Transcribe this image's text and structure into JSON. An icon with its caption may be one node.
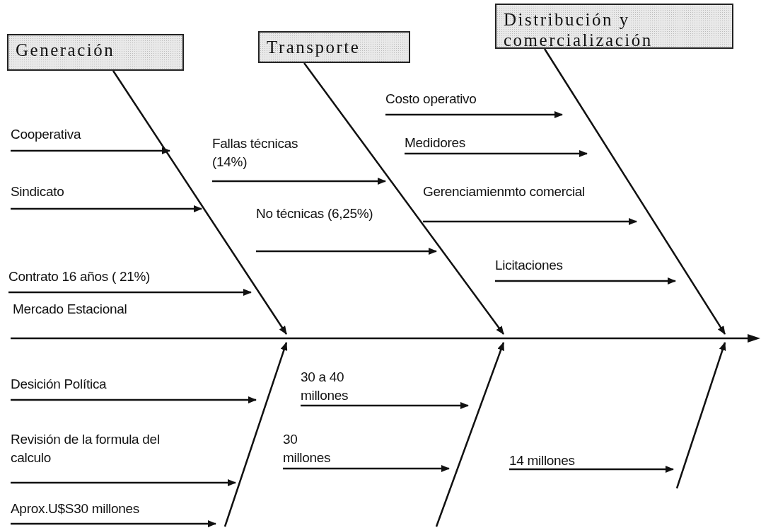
{
  "diagram": {
    "nodes": [
      {
        "text": [
          "Generación"
        ]
      },
      {
        "text": [
          "Transporte"
        ]
      },
      {
        "text": [
          "Distribución y comercialización"
        ]
      },
      {
        "text": [],
        "shape": "bar"
      },
      {
        "text": [
          "Cooperativa"
        ]
      },
      {
        "text": [
          "Sindicato"
        ]
      },
      {
        "text": [
          "Contrato 16 años  ( 21%)"
        ]
      },
      {
        "text": [
          "Fallas técnicas (14%)"
        ]
      },
      {
        "text": [
          "No técnicas (6,25%)"
        ]
      },
      {
        "text": [
          "Costo operativo"
        ]
      },
      {
        "text": [
          "Medidores"
        ]
      },
      {
        "text": [
          "Gerenciamienmto comercial"
        ]
      },
      {
        "text": [
          "Licitaciones"
        ]
      },
      {
        "text": [
          "Desición Política"
        ]
      },
      {
        "text": [
          "Revisión de la formula del calculo"
        ]
      },
      {
        "text": [
          "Aprox.U$S30 millones"
        ]
      },
      {
        "text": [
          "30 a 40 millones"
        ]
      },
      {
        "text": [
          "30 millones"
        ]
      },
      {
        "text": [
          "14 millones"
        ]
      }
    ],
    "edges": [
      {
        "from": 0,
        "to": 3,
        "arrow": "to"
      },
      {
        "from": 1,
        "to": 3,
        "arrow": "to"
      },
      {
        "from": 2,
        "to": 3,
        "arrow": "to"
      },
      {
        "from": 4,
        "to": null,
        "arrow": "to"
      },
      {
        "from": 5,
        "to": null,
        "arrow": "to"
      },
      {
        "from": 6,
        "to": null,
        "arrow": "to"
      },
      {
        "from": 7,
        "to": null,
        "arrow": "to"
      },
      {
        "from": 8,
        "to": null,
        "arrow": "to"
      },
      {
        "from": 9,
        "to": null,
        "arrow": "to"
      },
      {
        "from": 10,
        "to": null,
        "arrow": "to"
      },
      {
        "from": 11,
        "to": null,
        "arrow": "to"
      },
      {
        "from": 12,
        "to": null,
        "arrow": "to"
      },
      {
        "from": 13,
        "to": null,
        "arrow": "to"
      },
      {
        "from": 14,
        "to": null,
        "arrow": "to"
      },
      {
        "from": 15,
        "to": null,
        "arrow": "to"
      },
      {
        "from": 16,
        "to": null,
        "arrow": "to"
      },
      {
        "from": 17,
        "to": null,
        "arrow": "to"
      },
      {
        "from": 18,
        "to": null,
        "arrow": "to"
      },
      {
        "from": null,
        "to": 3,
        "arrow": "to"
      },
      {
        "from": null,
        "to": 3,
        "arrow": "to"
      },
      {
        "from": null,
        "to": 3,
        "arrow": "to"
      }
    ],
    "labels": [
      "Mercado Estacional"
    ]
  }
}
